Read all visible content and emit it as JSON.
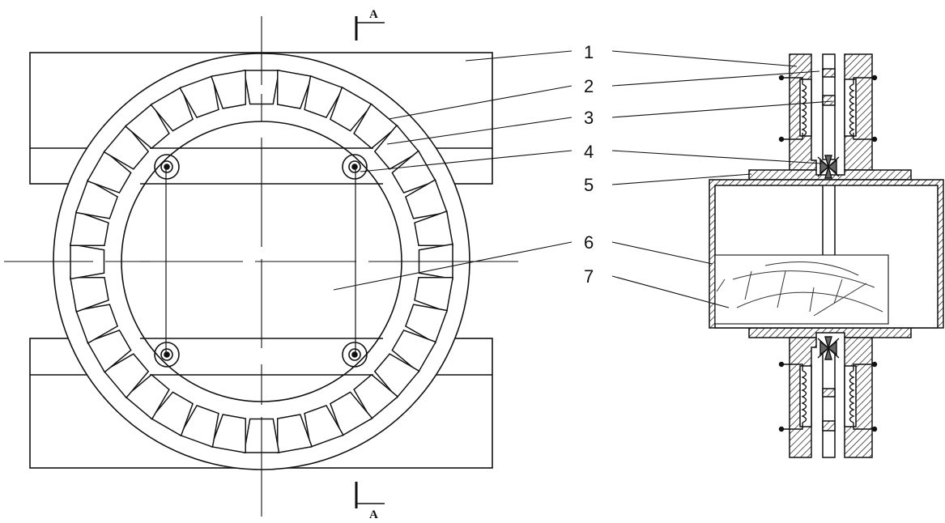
{
  "section": {
    "top": "A",
    "bottom": "A"
  },
  "callouts": [
    {
      "number": "1"
    },
    {
      "number": "2"
    },
    {
      "number": "3"
    },
    {
      "number": "4"
    },
    {
      "number": "5"
    },
    {
      "number": "6"
    },
    {
      "number": "7"
    }
  ],
  "colors": {
    "ink": "#111111",
    "hatch": "#111111",
    "background": "#ffffff"
  }
}
